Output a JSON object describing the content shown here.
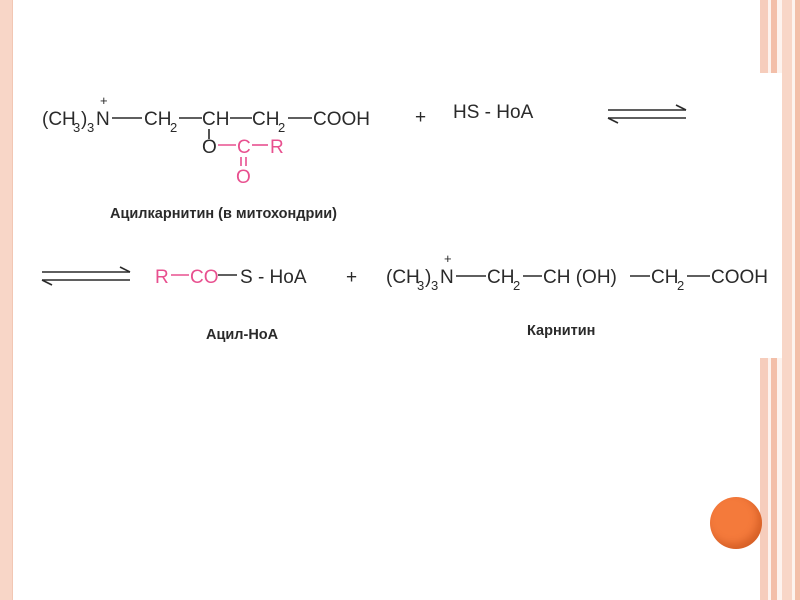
{
  "reaction": {
    "left": {
      "prefix": "(CH",
      "sub3a": "3",
      "mid": ")",
      "sub3b": "3",
      "nitrogen": "N",
      "charge": "+",
      "ch2_a": "CH",
      "sub2_a": "2",
      "ch": "CH",
      "ch2_b": "CH",
      "sub2_b": "2",
      "acid": "COOH",
      "ester_o": "O",
      "ester_c": "C",
      "ester_r": "R",
      "ester_oxo": "O"
    },
    "plus1": "+",
    "coa": "HS - HoA",
    "right": {
      "r": "R",
      "co": "CO",
      "s": "S - HoA",
      "prefix": "(CH",
      "sub3a": "3",
      "mid": ")",
      "sub3b": "3",
      "nitrogen": "N",
      "charge": "+",
      "ch2_a": "CH",
      "sub2_a": "2",
      "ch": "CH (OH)",
      "ch2_b": "CH",
      "sub2_b": "2",
      "acid": "COOH"
    },
    "plus2": "+",
    "captions": {
      "acylcarnitine": "Ацилкарнитин (в митохондрии)",
      "acylcoa": "Ацил-НоА",
      "carnitine": "Карнитин"
    }
  },
  "colors": {
    "text": "#2a2a2a",
    "highlight": "#e8508f",
    "accent_circle": "#f47a3b",
    "frame": "#f2c7b4"
  }
}
